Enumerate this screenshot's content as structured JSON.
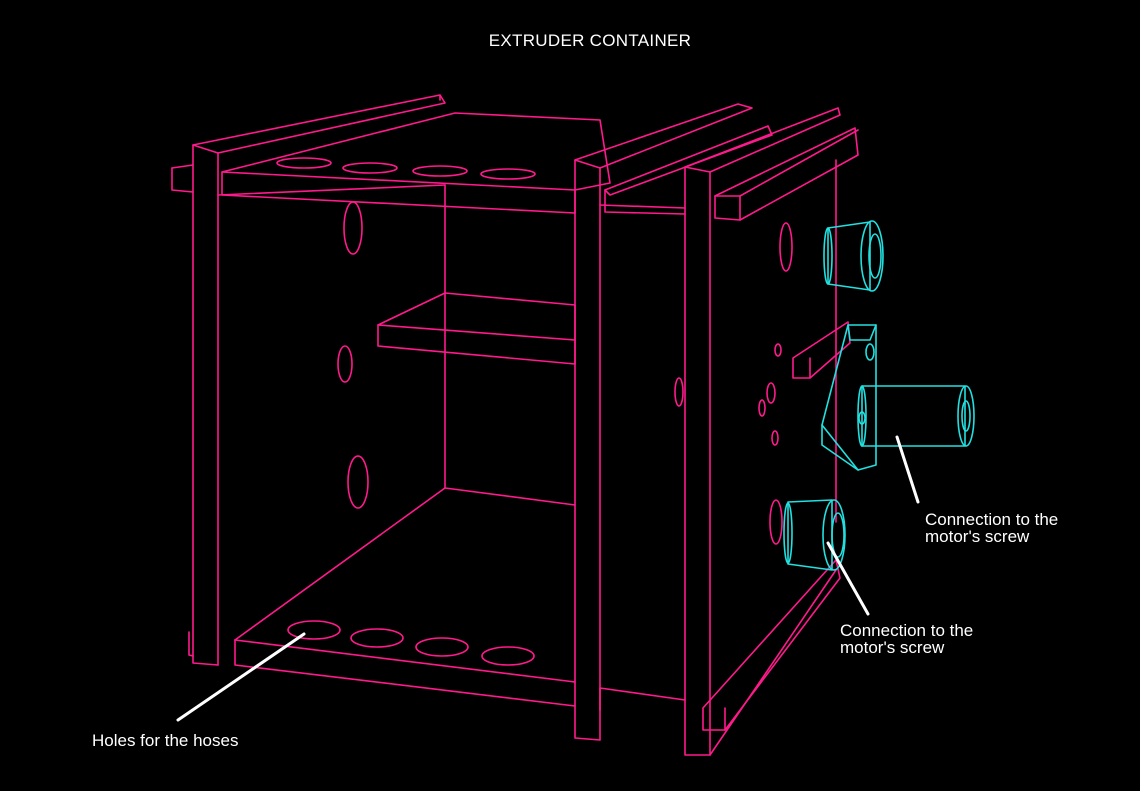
{
  "diagram": {
    "title": "EXTRUDER CONTAINER",
    "labels": {
      "hoses": "Holes for the hoses",
      "screw_upper": [
        "Connection to the",
        "motor's screw"
      ],
      "screw_lower": [
        "Connection to the",
        "motor's screw"
      ]
    }
  },
  "colors": {
    "background": "#000000",
    "frame": "#ff1a8c",
    "bearings": "#22e0e0",
    "text": "#ffffff"
  }
}
